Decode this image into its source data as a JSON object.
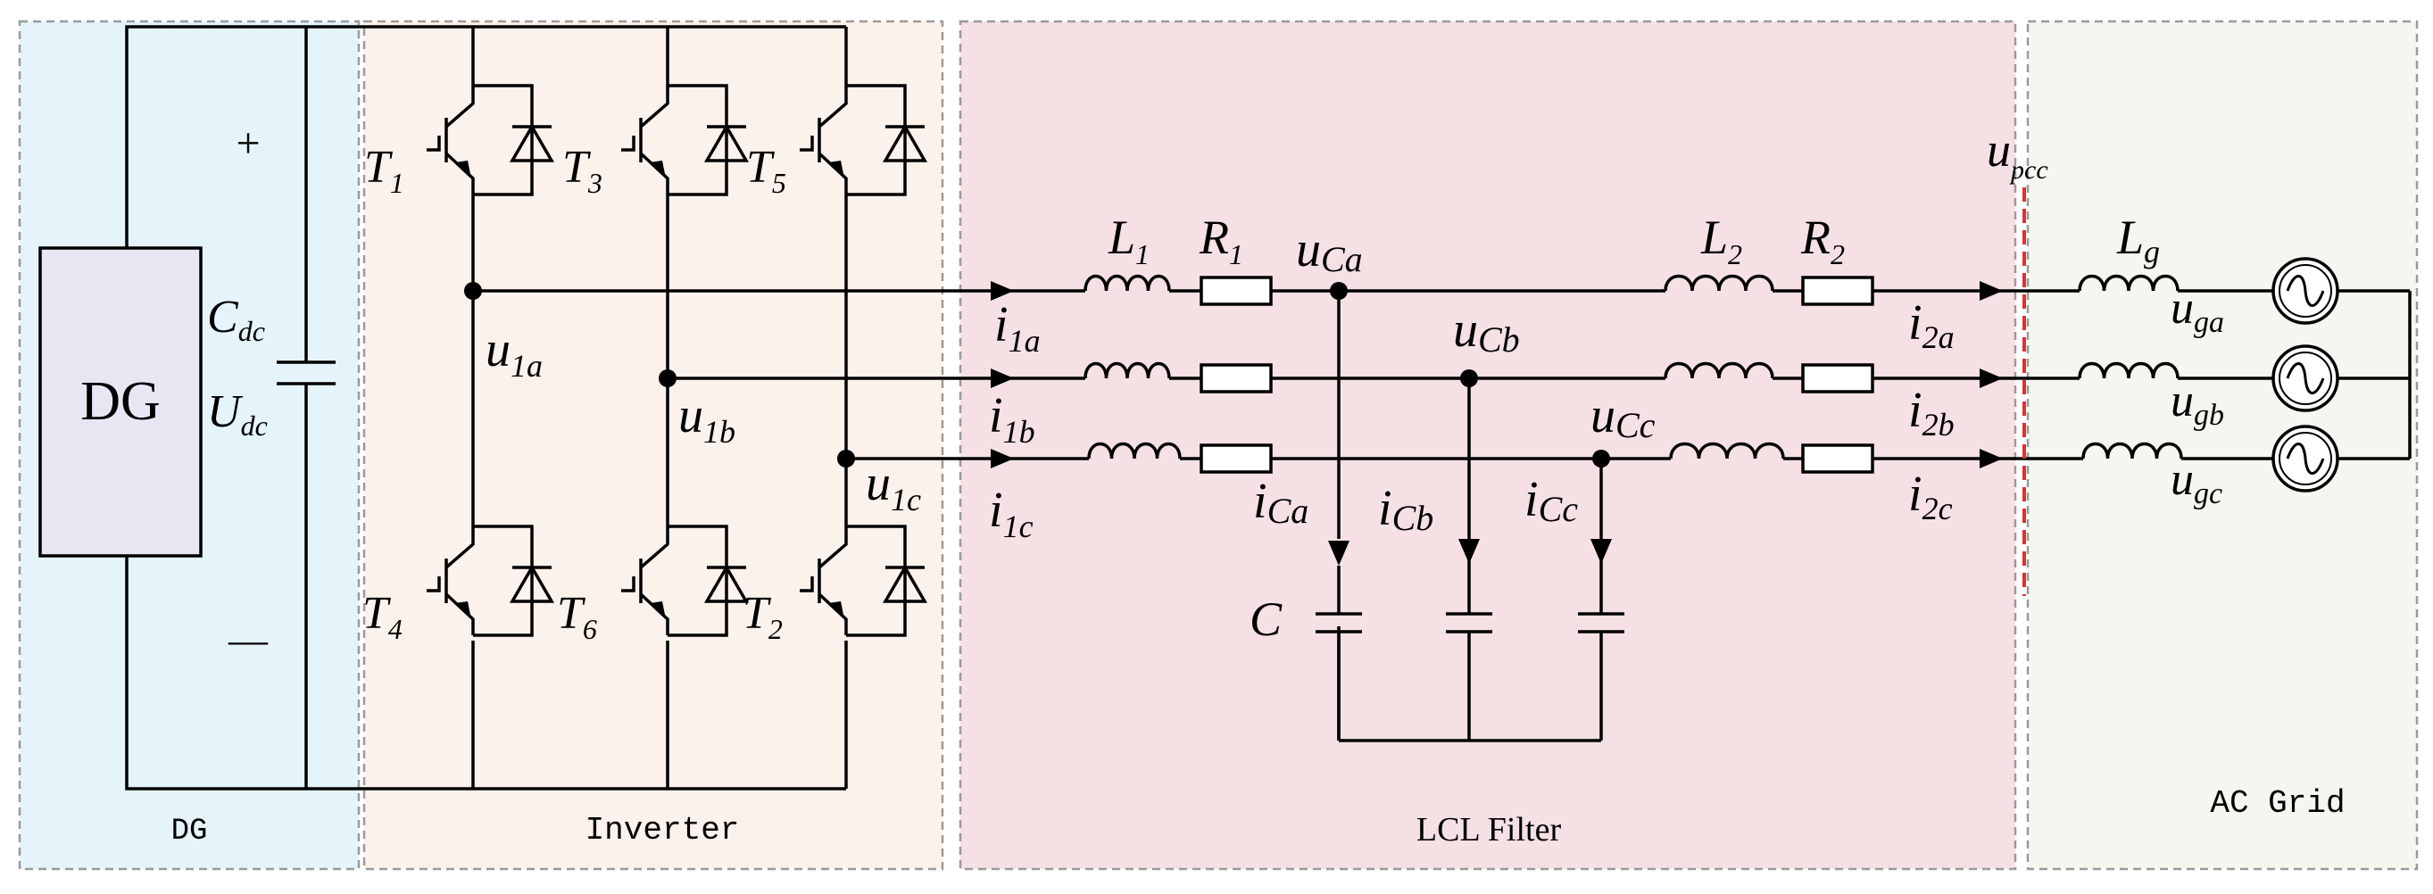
{
  "colors": {
    "dg_region": "#e5f3fa",
    "inverter_region": "#fcf2ec",
    "lcl_region": "#f5e0e3",
    "grid_region": "#f4f7ef",
    "dg_box": "#e6e7f3",
    "pcc_line": "#e03030",
    "region_border": "#9a9a9a"
  },
  "sections": {
    "dg": "DG",
    "inverter": "Inverter",
    "lcl": "LCL Filter",
    "grid": "AC Grid"
  },
  "dg_block": {
    "label": "DG",
    "plus": "+",
    "minus": "—"
  },
  "dc_link": {
    "cap_symbol": "C",
    "cap_sub": "dc",
    "volt_symbol": "U",
    "volt_sub": "dc"
  },
  "switches": [
    {
      "sym": "T",
      "sub": "1"
    },
    {
      "sym": "T",
      "sub": "3"
    },
    {
      "sym": "T",
      "sub": "5"
    },
    {
      "sym": "T",
      "sub": "4"
    },
    {
      "sym": "T",
      "sub": "6"
    },
    {
      "sym": "T",
      "sub": "2"
    }
  ],
  "node_voltages": [
    {
      "sym": "u",
      "sub": "1a"
    },
    {
      "sym": "u",
      "sub": "1b"
    },
    {
      "sym": "u",
      "sub": "1c"
    }
  ],
  "inverter_currents": [
    {
      "sym": "i",
      "sub": "1a"
    },
    {
      "sym": "i",
      "sub": "1b"
    },
    {
      "sym": "i",
      "sub": "1c"
    }
  ],
  "filter": {
    "l1": {
      "sym": "L",
      "sub": "1"
    },
    "r1": {
      "sym": "R",
      "sub": "1"
    },
    "l2": {
      "sym": "L",
      "sub": "2"
    },
    "r2": {
      "sym": "R",
      "sub": "2"
    },
    "c": "C",
    "cap_voltages": [
      {
        "sym": "u",
        "sub": "Ca"
      },
      {
        "sym": "u",
        "sub": "Cb"
      },
      {
        "sym": "u",
        "sub": "Cc"
      }
    ],
    "cap_currents": [
      {
        "sym": "i",
        "sub": "Ca"
      },
      {
        "sym": "i",
        "sub": "Cb"
      },
      {
        "sym": "i",
        "sub": "Cc"
      }
    ]
  },
  "grid_currents": [
    {
      "sym": "i",
      "sub": "2a"
    },
    {
      "sym": "i",
      "sub": "2b"
    },
    {
      "sym": "i",
      "sub": "2c"
    }
  ],
  "pcc": {
    "sym": "u",
    "sub": "pcc"
  },
  "grid": {
    "lg": {
      "sym": "L",
      "sub": "g"
    },
    "voltages": [
      {
        "sym": "u",
        "sub": "ga"
      },
      {
        "sym": "u",
        "sub": "gb"
      },
      {
        "sym": "u",
        "sub": "gc"
      }
    ]
  }
}
